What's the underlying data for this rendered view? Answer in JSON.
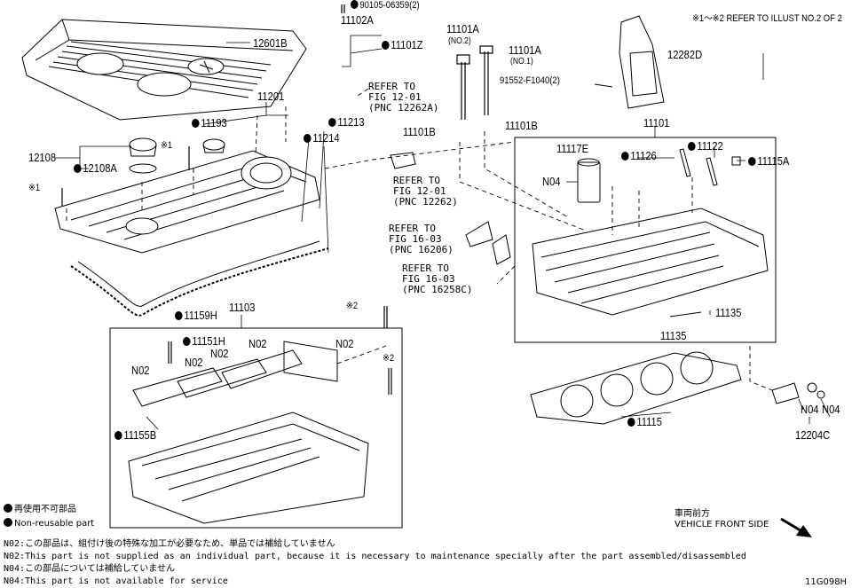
{
  "header_note": "※1～※2  REFER TO ILLUST NO.2 OF 2",
  "labels": {
    "p90105": "90105-06359(2)",
    "p11102A": "11102A",
    "p11101Z": "11101Z",
    "p11101A_no2": "11101A",
    "no2": "(NO.2)",
    "p11101A_no1": "11101A",
    "no1": "(NO.1)",
    "p12282D": "12282D",
    "p91552": "91552-F1040(2)",
    "p12601B": "12601B",
    "p11201": "11201",
    "p11193": "11193",
    "p11213": "11213",
    "p11214": "11214",
    "p12108": "12108",
    "p12108A": "12108A",
    "mark1a": "※1",
    "mark1b": "※1",
    "p11101B_a": "11101B",
    "p11101B_b": "11101B",
    "p11101": "11101",
    "p11117E": "11117E",
    "p11126": "11126",
    "p11122": "11122",
    "p11115A": "11115A",
    "N04_a": "N04",
    "p11135_a": "11135",
    "p11135_b": "11135",
    "p11103": "11103",
    "p11159H": "11159H",
    "mark2a": "※2",
    "mark2b": "※2",
    "p11151H": "11151H",
    "N02_a": "N02",
    "N02_b": "N02",
    "N02_c": "N02",
    "N02_d": "N02",
    "N02_e": "N02",
    "p11155B": "11155B",
    "p11115": "11115",
    "N04_b": "N04",
    "N04_c": "N04",
    "p12204C": "12204C"
  },
  "refs": {
    "r1": "REFER TO\nFIG 12-01\n(PNC 12262A)",
    "r2": "REFER TO\nFIG 12-01\n(PNC 12262)",
    "r3": "REFER TO\nFIG 16-03\n(PNC 16206)",
    "r4": "REFER TO\nFIG 16-03\n(PNC 16258C)"
  },
  "legend": {
    "jp": "再使用不可部品",
    "en": "Non-reusable part"
  },
  "direction": {
    "jp": "車両前方",
    "en": "VEHICLE FRONT SIDE"
  },
  "notes": [
    "N02:この部品は、組付け後の特殊な加工が必要なため、単品では補給していません",
    "N02:This part is not supplied as an individual part, because it is necessary to maintenance specially after the part assembled/disassembled",
    "N04:この部品については補給していません",
    "N04:This part is not available for service"
  ],
  "figure_id": "11G098H"
}
